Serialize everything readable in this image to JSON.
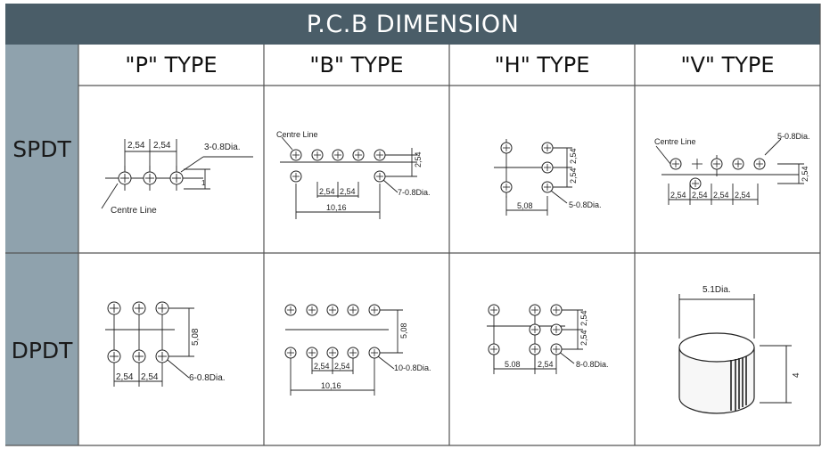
{
  "title": "P.C.B DIMENSION",
  "columns": [
    "\"P\" TYPE",
    "\"B\" TYPE",
    "\"H\" TYPE",
    "\"V\" TYPE"
  ],
  "rows": [
    "SPDT",
    "DPDT"
  ],
  "labels": {
    "centre_line": "Centre Line",
    "d254": "2,54",
    "d1016": "10,16",
    "d508": "5,08",
    "d508b": "5.08",
    "one": "1",
    "p_spdt_holes": "3-0.8Dia.",
    "b_spdt_holes": "7-0.8Dia.",
    "h_spdt_holes": "5-0.8Dia.",
    "v_spdt_holes": "5-0.8Dia.",
    "p_dpdt_holes": "6-0.8Dia.",
    "b_dpdt_holes": "10-0.8Dia.",
    "h_dpdt_holes": "8-0.8Dia.",
    "v_dpdt_dia": "5.1Dia.",
    "v_dpdt_height": "4"
  }
}
